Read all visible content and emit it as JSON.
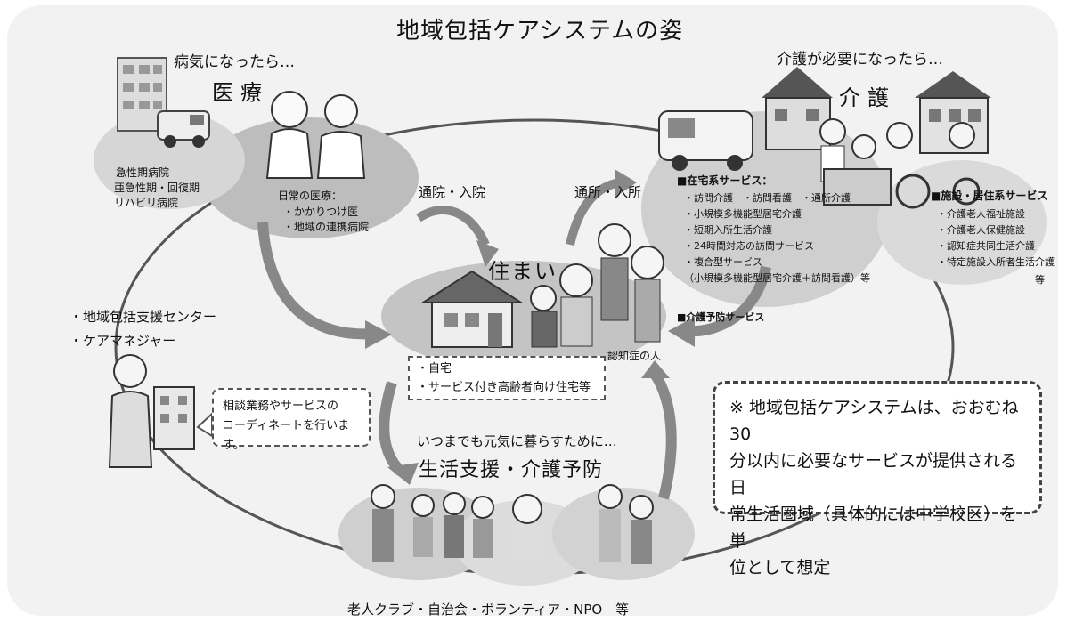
{
  "title": "地域包括ケアシステムの姿",
  "medical": {
    "when": "病気になったら…",
    "heading": "医療",
    "hospitals": [
      "急性期病院",
      "亜急性期・回復期",
      "リハビリ病院"
    ],
    "daily_heading": "日常の医療：",
    "daily": [
      "・かかりつけ医",
      "・地域の連携病院"
    ]
  },
  "flows": {
    "hospital_visit": "通院・入院",
    "day_service": "通所・入所"
  },
  "care": {
    "when": "介護が必要になったら…",
    "heading": "介護",
    "home_heading": "■在宅系サービス：",
    "home_services": [
      "・訪問介護　・訪問看護　・通所介護",
      "・小規模多機能型居宅介護",
      "・短期入所生活介護",
      "・24時間対応の訪問サービス",
      "・複合型サービス",
      "（小規模多機能型居宅介護＋訪問看護）等",
      ""
    ],
    "prevention": "■介護予防サービス",
    "facility_heading": "■施設・居住系サービス",
    "facilities": [
      "・介護老人福祉施設",
      "・介護老人保健施設",
      "・認知症共同生活介護",
      "・特定施設入所者生活介護"
    ],
    "facility_etc": "等"
  },
  "housing": {
    "heading": "住まい",
    "items": [
      "・自宅",
      "・サービス付き高齢者向け住宅等"
    ],
    "dementia": "認知症の人"
  },
  "support": {
    "center": "・地域包括支援センター",
    "manager": "・ケアマネジャー",
    "callout": [
      "相談業務やサービスの",
      "コーディネートを行います。"
    ]
  },
  "life_support": {
    "sub": "いつまでも元気に暮らすために…",
    "heading": "生活支援・介護予防",
    "footer": "老人クラブ・自治会・ボランティア・NPO　等"
  },
  "note": [
    "※ 地域包括ケアシステムは、おおむね30",
    "分以内に必要なサービスが提供される日",
    "常生活圏域（具体的には中学校区）を単",
    "位として想定"
  ]
}
